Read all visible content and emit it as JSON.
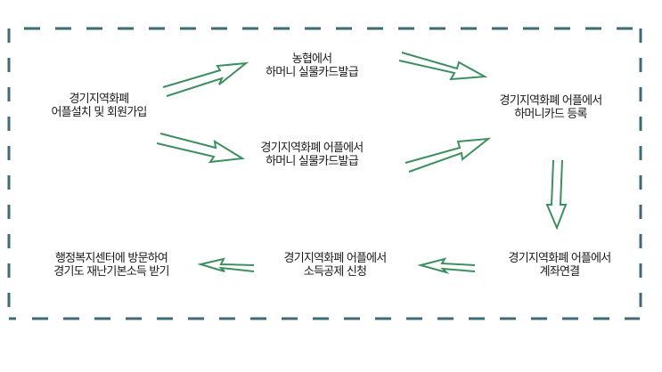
{
  "colors": {
    "border": "#3f6b77",
    "arrow": "#3e8f5f",
    "text": "#1a1a1a",
    "background": "#ffffff"
  },
  "nodes": {
    "install": {
      "line1": "경기지역화폐",
      "line2": "어플설치 및 회원가입"
    },
    "nh_card": {
      "line1": "농협에서",
      "line2": "하머니 실물카드발급"
    },
    "app_card": {
      "line1": "경기지역화폐 어플에서",
      "line2": "하머니 실물카드발급"
    },
    "register": {
      "line1": "경기지역화폐 어플에서",
      "line2": "하머니카드 등록"
    },
    "account": {
      "line1": "경기지역화폐 어플에서",
      "line2": "계좌연결"
    },
    "deduction": {
      "line1": "경기지역화폐 어플에서",
      "line2": "소득공제 신청"
    },
    "basic_income": {
      "line1": "행정복지센터에 방문하여",
      "line2": "경기도 재난기본소득 받기"
    }
  },
  "arrows": [
    {
      "from": "install",
      "to": "nh_card",
      "direction": "up-right"
    },
    {
      "from": "install",
      "to": "app_card",
      "direction": "down-right"
    },
    {
      "from": "nh_card",
      "to": "register",
      "direction": "down-right"
    },
    {
      "from": "app_card",
      "to": "register",
      "direction": "up-right"
    },
    {
      "from": "register",
      "to": "account",
      "direction": "down"
    },
    {
      "from": "account",
      "to": "deduction",
      "direction": "left"
    },
    {
      "from": "deduction",
      "to": "basic_income",
      "direction": "left"
    }
  ]
}
